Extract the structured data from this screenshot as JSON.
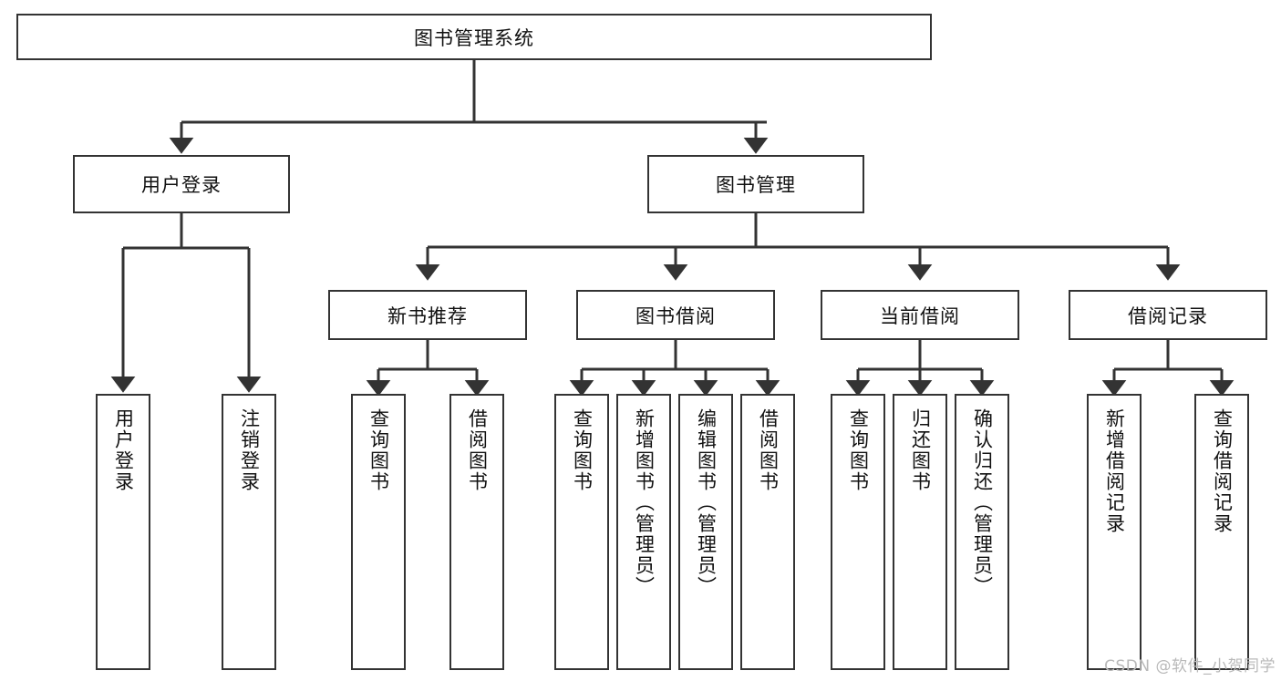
{
  "diagram": {
    "title": "图书管理系统",
    "type": "tree",
    "watermark": "CSDN @软件_小贺同学",
    "colors": {
      "box_border": "#333333",
      "box_fill": "#ffffff",
      "connector": "#333333",
      "text": "#111111",
      "watermark": "#b9b9b9"
    },
    "root": {
      "label": "图书管理系统"
    },
    "level2": [
      {
        "label": "用户登录"
      },
      {
        "label": "图书管理"
      }
    ],
    "level3": [
      {
        "label": "新书推荐",
        "parent": "图书管理"
      },
      {
        "label": "图书借阅",
        "parent": "图书管理"
      },
      {
        "label": "当前借阅",
        "parent": "图书管理"
      },
      {
        "label": "借阅记录",
        "parent": "图书管理"
      }
    ],
    "leaves": {
      "user_login": [
        {
          "label": "用户登录"
        },
        {
          "label": "注销登录"
        }
      ],
      "new_book_recommend": [
        {
          "label": "查询图书"
        },
        {
          "label": "借阅图书"
        }
      ],
      "book_borrow": [
        {
          "label": "查询图书"
        },
        {
          "label": "新增图书（管理员）"
        },
        {
          "label": "编辑图书（管理员）"
        },
        {
          "label": "借阅图书"
        }
      ],
      "current_borrow": [
        {
          "label": "查询图书"
        },
        {
          "label": "归还图书"
        },
        {
          "label": "确认归还（管理员）"
        }
      ],
      "borrow_record": [
        {
          "label": "新增借阅记录"
        },
        {
          "label": "查询借阅记录"
        }
      ]
    }
  }
}
